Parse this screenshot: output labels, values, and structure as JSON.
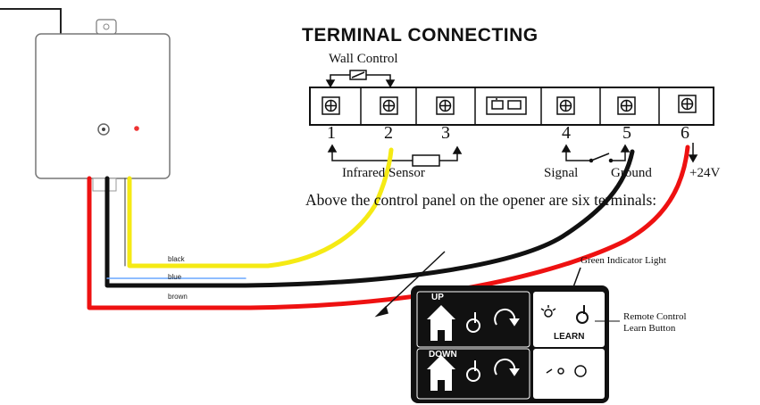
{
  "diagram": {
    "title": "TERMINAL CONNECTING",
    "wall_control_label": "Wall Control",
    "terminal_numbers": [
      "1",
      "2",
      "3",
      "4",
      "5",
      "6"
    ],
    "infrared_sensor_label": "Infrared Sensor",
    "signal_label": "Signal",
    "ground_label": "Ground",
    "power_label": "+24V",
    "caption": "Above the control panel on the opener are six terminals:",
    "wire_labels": {
      "yellow": "black",
      "black": "blue",
      "red": "brown"
    },
    "wire_colors": {
      "yellow": "#f5ea14",
      "black": "#111111",
      "red": "#ee1111"
    },
    "panel": {
      "up_label": "UP",
      "down_label": "DOWN",
      "learn_label": "LEARN",
      "green_indicator_label": "Green Indicator Light",
      "remote_learn_label_line1": "Remote Control",
      "remote_learn_label_line2": "Learn Button"
    }
  }
}
